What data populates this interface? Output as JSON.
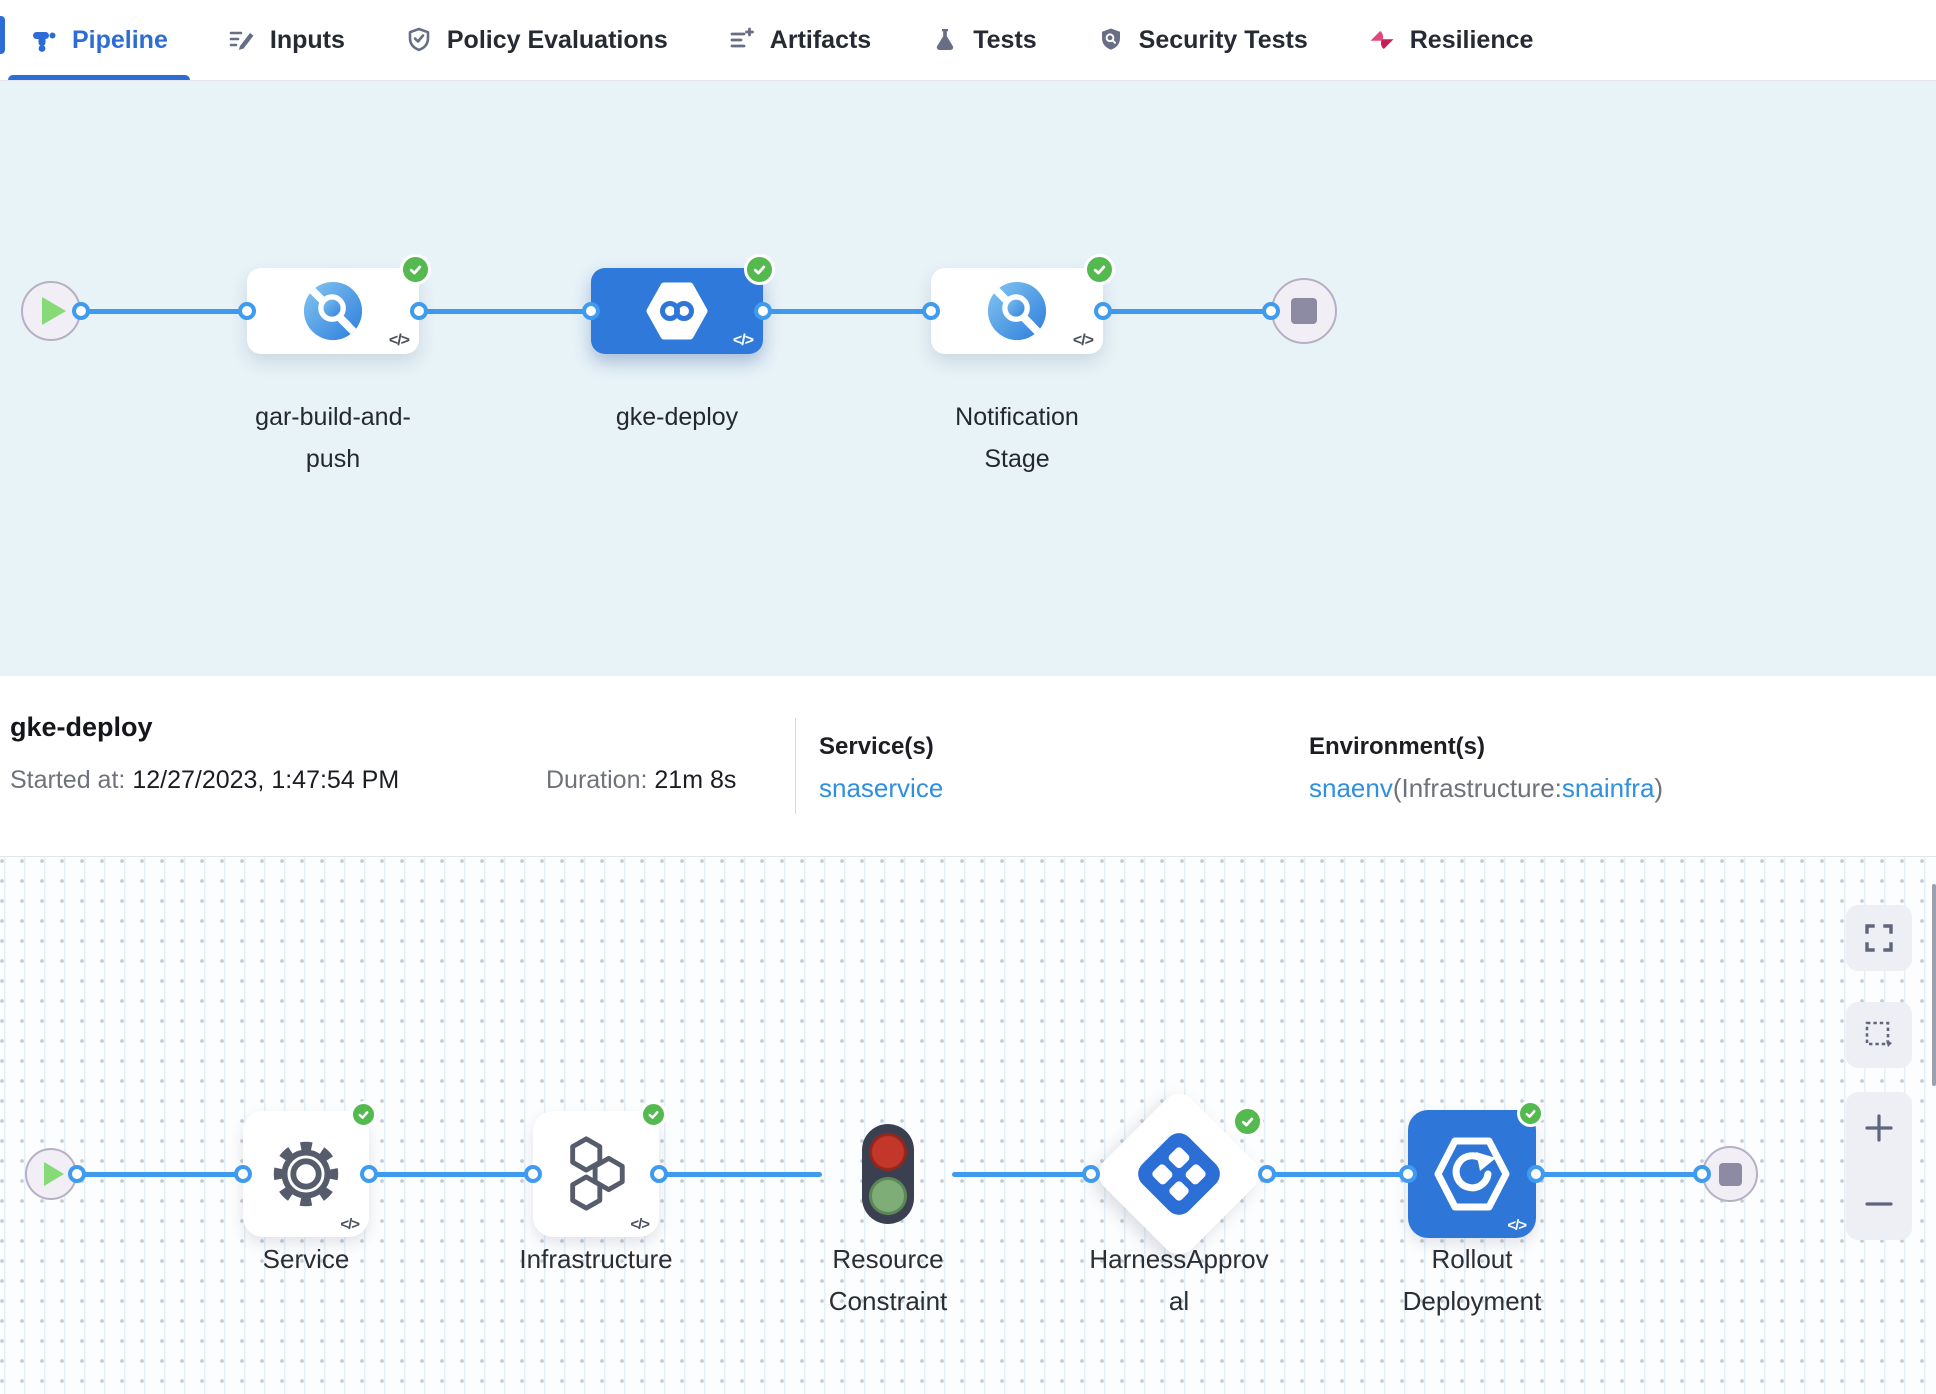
{
  "colors": {
    "accent_blue": "#2e6cd5",
    "connector_blue": "#3f9bf0",
    "selected_stage_blue": "#2e79da",
    "success_green": "#54b94f",
    "link_blue": "#2f8fe0",
    "resilience_pink": "#d62a60"
  },
  "tabs": {
    "items": [
      {
        "label": "Pipeline",
        "icon": "pipeline-icon",
        "active": true
      },
      {
        "label": "Inputs",
        "icon": "inputs-icon",
        "active": false
      },
      {
        "label": "Policy Evaluations",
        "icon": "shield-check-icon",
        "active": false
      },
      {
        "label": "Artifacts",
        "icon": "list-plus-icon",
        "active": false
      },
      {
        "label": "Tests",
        "icon": "flask-icon",
        "active": false
      },
      {
        "label": "Security Tests",
        "icon": "shield-search-icon",
        "active": false
      },
      {
        "label": "Resilience",
        "icon": "chaos-pinwheel-icon",
        "active": false
      }
    ]
  },
  "stage_graph": {
    "code_glyph": "</>",
    "stages": [
      {
        "label": "gar-build-and-push",
        "type": "ci",
        "status": "success",
        "selected": false
      },
      {
        "label": "gke-deploy",
        "type": "cd",
        "status": "success",
        "selected": true
      },
      {
        "label": "Notification Stage",
        "type": "custom",
        "status": "success",
        "selected": false
      }
    ]
  },
  "details": {
    "title": "gke-deploy",
    "started_label": "Started at:",
    "started_value": "12/27/2023, 1:47:54 PM",
    "duration_label": "Duration:",
    "duration_value": "21m 8s",
    "services_label": "Service(s)",
    "service_link": "snaservice",
    "environments_label": "Environment(s)",
    "env_link": "snaenv",
    "env_infra_prefix": "(Infrastructure:",
    "env_infra_link": "snainfra",
    "env_suffix": ")"
  },
  "execution_graph": {
    "code_glyph": "</>",
    "steps": [
      {
        "label": "Service",
        "icon": "gear-icon",
        "status": "success"
      },
      {
        "label": "Infrastructure",
        "icon": "hexagons-icon",
        "status": "success"
      },
      {
        "label": "Resource Constraint",
        "icon": "traffic-light-icon",
        "status": "none"
      },
      {
        "label": "HarnessApproval",
        "icon": "approval-diamond-icon",
        "status": "success"
      },
      {
        "label": "Rollout Deployment",
        "icon": "rollout-icon",
        "status": "success"
      }
    ]
  },
  "canvas_controls": {
    "items": [
      {
        "icon": "fullscreen-icon"
      },
      {
        "icon": "marquee-select-icon"
      },
      {
        "icon": "zoom-in-icon"
      },
      {
        "icon": "zoom-out-icon"
      }
    ]
  }
}
